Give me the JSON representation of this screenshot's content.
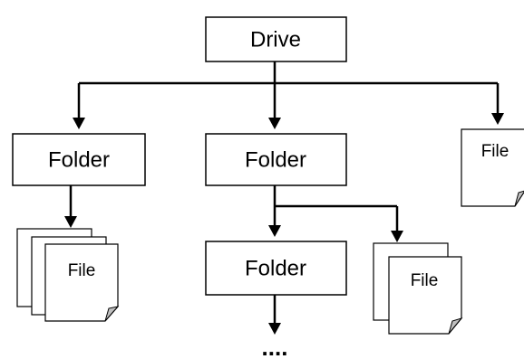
{
  "root": {
    "label": "Drive"
  },
  "folders": [
    {
      "label": "Folder"
    },
    {
      "label": "Folder"
    },
    {
      "label": "Folder"
    }
  ],
  "files": [
    {
      "label": "File"
    },
    {
      "label": "File"
    },
    {
      "label": "File"
    }
  ],
  "continuation": "...."
}
